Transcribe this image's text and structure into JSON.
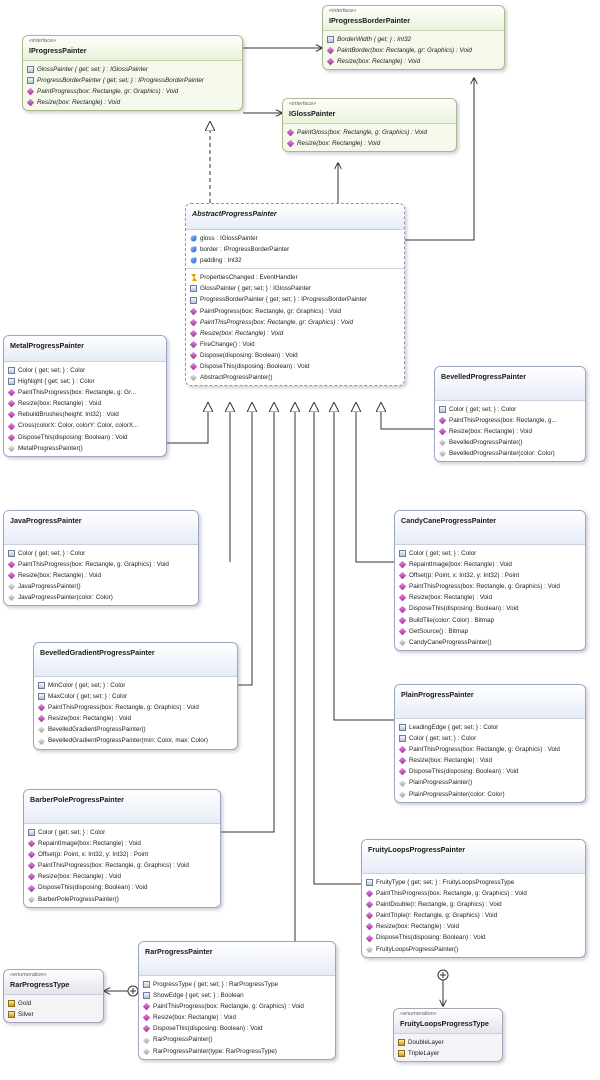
{
  "diagram": {
    "classes": [
      {
        "id": "IProgressBorderPainter",
        "stereotype": "«interface»",
        "name": "IProgressBorderPainter",
        "sections": [
          [
            {
              "icon": "prop",
              "text": "BorderWidth { get; } : Int32",
              "italic": true
            },
            {
              "icon": "method",
              "text": "PaintBorder(box: Rectangle, gr: Graphics) : Void",
              "italic": true
            },
            {
              "icon": "method",
              "text": "Resize(box: Rectangle) : Void",
              "italic": true
            }
          ]
        ]
      },
      {
        "id": "IProgressPainter",
        "stereotype": "«interface»",
        "name": "IProgressPainter",
        "sections": [
          [
            {
              "icon": "prop",
              "text": "GlossPainter { get; set; } : IGlossPainter",
              "italic": true
            },
            {
              "icon": "prop",
              "text": "ProgressBorderPainter { get; set; } : IProgressBorderPainter",
              "italic": true
            },
            {
              "icon": "method",
              "text": "PaintProgress(box: Rectangle, gr: Graphics) : Void",
              "italic": true
            },
            {
              "icon": "method",
              "text": "Resize(box: Rectangle) : Void",
              "italic": true
            }
          ]
        ]
      },
      {
        "id": "IGlossPainter",
        "stereotype": "«interface»",
        "name": "IGlossPainter",
        "sections": [
          [
            {
              "icon": "method",
              "text": "PaintGloss(box: Rectangle, g: Graphics) : Void",
              "italic": true
            },
            {
              "icon": "method",
              "text": "Resize(box: Rectangle) : Void",
              "italic": true
            }
          ]
        ]
      },
      {
        "id": "AbstractProgressPainter",
        "stereotype": "",
        "name": "AbstractProgressPainter",
        "sections": [
          [
            {
              "icon": "field",
              "text": "gloss : IGlossPainter"
            },
            {
              "icon": "field",
              "text": "border : IProgressBorderPainter"
            },
            {
              "icon": "field",
              "text": "padding : Int32"
            }
          ],
          [
            {
              "icon": "event",
              "text": "PropertiesChanged : EventHandler"
            },
            {
              "icon": "prop",
              "text": "GlossPainter { get; set; } : IGlossPainter"
            },
            {
              "icon": "prop",
              "text": "ProgressBorderPainter { get; set; } : IProgressBorderPainter"
            },
            {
              "icon": "method",
              "text": "PaintProgress(box: Rectangle, gr: Graphics) : Void"
            },
            {
              "icon": "method",
              "text": "PaintThisProgress(box: Rectangle, gr: Graphics) : Void",
              "italic": true
            },
            {
              "icon": "method",
              "text": "Resize(box: Rectangle) : Void",
              "italic": true
            },
            {
              "icon": "method",
              "text": "FireChange() : Void"
            },
            {
              "icon": "method",
              "text": "Dispose(disposing: Boolean) : Void"
            },
            {
              "icon": "method",
              "text": "DisposeThis(disposing: Boolean) : Void"
            },
            {
              "icon": "ctor",
              "text": "AbstractProgressPainter()"
            }
          ]
        ]
      },
      {
        "id": "MetalProgressPainter",
        "stereotype": "",
        "name": "MetalProgressPainter",
        "sections": [
          [
            {
              "icon": "prop",
              "text": "Color { get; set; } : Color"
            },
            {
              "icon": "prop",
              "text": "Highlight { get; set; } : Color"
            },
            {
              "icon": "method",
              "text": "PaintThisProgress(box: Rectangle, g: Gr..."
            },
            {
              "icon": "method",
              "text": "Resize(box: Rectangle) : Void"
            },
            {
              "icon": "method",
              "text": "RebuildBrushes(height: Int32) : Void"
            },
            {
              "icon": "method",
              "text": "Cross(colorX: Color, colorY: Color, colorX..."
            },
            {
              "icon": "method",
              "text": "DisposeThis(disposing: Boolean) : Void"
            },
            {
              "icon": "ctor",
              "text": "MetalProgressPainter()"
            }
          ]
        ]
      },
      {
        "id": "BevelledProgressPainter",
        "stereotype": "",
        "name": "BevelledProgressPainter",
        "sections": [
          [
            {
              "icon": "prop",
              "text": "Color { get; set; } : Color"
            },
            {
              "icon": "method",
              "text": "PaintThisProgress(box: Rectangle, g..."
            },
            {
              "icon": "method",
              "text": "Resize(box: Rectangle) : Void"
            },
            {
              "icon": "ctor",
              "text": "BevelledProgressPainter()"
            },
            {
              "icon": "ctor",
              "text": "BevelledProgressPainter(color: Color)"
            }
          ]
        ]
      },
      {
        "id": "JavaProgressPainter",
        "stereotype": "",
        "name": "JavaProgressPainter",
        "sections": [
          [
            {
              "icon": "prop",
              "text": "Color { get; set; } : Color"
            },
            {
              "icon": "method",
              "text": "PaintThisProgress(box: Rectangle, g: Graphics) : Void"
            },
            {
              "icon": "method",
              "text": "Resize(box: Rectangle) : Void"
            },
            {
              "icon": "ctor",
              "text": "JavaProgressPainter()"
            },
            {
              "icon": "ctor",
              "text": "JavaProgressPainter(color: Color)"
            }
          ]
        ]
      },
      {
        "id": "CandyCaneProgressPainter",
        "stereotype": "",
        "name": "CandyCaneProgressPainter",
        "sections": [
          [
            {
              "icon": "prop",
              "text": "Color { get; set; } : Color"
            },
            {
              "icon": "method",
              "text": "RepaintImage(box: Rectangle) : Void"
            },
            {
              "icon": "method",
              "text": "Offset(p: Point, x: Int32, y: Int32) : Point"
            },
            {
              "icon": "method",
              "text": "PaintThisProgress(box: Rectangle, g: Graphics) : Void"
            },
            {
              "icon": "method",
              "text": "Resize(box: Rectangle) : Void"
            },
            {
              "icon": "method",
              "text": "DisposeThis(disposing: Boolean) : Void"
            },
            {
              "icon": "method",
              "text": "BuildTile(color: Color) : Bitmap"
            },
            {
              "icon": "method",
              "text": "GetSource() : Bitmap"
            },
            {
              "icon": "ctor",
              "text": "CandyCaneProgressPainter()"
            }
          ]
        ]
      },
      {
        "id": "BevelledGradientProgressPainter",
        "stereotype": "",
        "name": "BevelledGradientProgressPainter",
        "sections": [
          [
            {
              "icon": "prop",
              "text": "MinColor { get; set; } : Color"
            },
            {
              "icon": "prop",
              "text": "MaxColor { get; set; } : Color"
            },
            {
              "icon": "method",
              "text": "PaintThisProgress(box: Rectangle, g: Graphics) : Void"
            },
            {
              "icon": "method",
              "text": "Resize(box: Rectangle) : Void"
            },
            {
              "icon": "ctor",
              "text": "BevelledGradientProgressPainter()"
            },
            {
              "icon": "ctor",
              "text": "BevelledGradientProgressPainter(min: Color, max: Color)"
            }
          ]
        ]
      },
      {
        "id": "PlainProgressPainter",
        "stereotype": "",
        "name": "PlainProgressPainter",
        "sections": [
          [
            {
              "icon": "prop",
              "text": "LeadingEdge { get; set; } : Color"
            },
            {
              "icon": "prop",
              "text": "Color { get; set; } : Color"
            },
            {
              "icon": "method",
              "text": "PaintThisProgress(box: Rectangle, g: Graphics) : Void"
            },
            {
              "icon": "method",
              "text": "Resize(box: Rectangle) : Void"
            },
            {
              "icon": "method",
              "text": "DisposeThis(disposing: Boolean) : Void"
            },
            {
              "icon": "ctor",
              "text": "PlainProgressPainter()"
            },
            {
              "icon": "ctor",
              "text": "PlainProgressPainter(color: Color)"
            }
          ]
        ]
      },
      {
        "id": "BarberPoleProgressPainter",
        "stereotype": "",
        "name": "BarberPoleProgressPainter",
        "sections": [
          [
            {
              "icon": "prop",
              "text": "Color { get; set; } : Color"
            },
            {
              "icon": "method",
              "text": "RepaintImage(box: Rectangle) : Void"
            },
            {
              "icon": "method",
              "text": "Offset(p: Point, x: Int32, y: Int32) : Point"
            },
            {
              "icon": "method",
              "text": "PaintThisProgress(box: Rectangle, g: Graphics) : Void"
            },
            {
              "icon": "method",
              "text": "Resize(box: Rectangle) : Void"
            },
            {
              "icon": "method",
              "text": "DisposeThis(disposing: Boolean) : Void"
            },
            {
              "icon": "ctor",
              "text": "BarberPoleProgressPainter()"
            }
          ]
        ]
      },
      {
        "id": "FruityLoopsProgressPainter",
        "stereotype": "",
        "name": "FruityLoopsProgressPainter",
        "sections": [
          [
            {
              "icon": "prop",
              "text": "FruityType { get; set; } : FruityLoopsProgressType"
            },
            {
              "icon": "method",
              "text": "PaintThisProgress(box: Rectangle, g: Graphics) : Void"
            },
            {
              "icon": "method",
              "text": "PaintDouble(r: Rectangle, g: Graphics) : Void"
            },
            {
              "icon": "method",
              "text": "PaintTriple(r: Rectangle, g: Graphics) : Void"
            },
            {
              "icon": "method",
              "text": "Resize(box: Rectangle) : Void"
            },
            {
              "icon": "method",
              "text": "DisposeThis(disposing: Boolean) : Void"
            },
            {
              "icon": "ctor",
              "text": "FruityLoopsProgressPainter()"
            }
          ]
        ]
      },
      {
        "id": "RarProgressPainter",
        "stereotype": "",
        "name": "RarProgressPainter",
        "sections": [
          [
            {
              "icon": "prop",
              "text": "ProgressType { get; set; } : RarProgressType"
            },
            {
              "icon": "prop",
              "text": "ShowEdge { get; set; } : Boolean"
            },
            {
              "icon": "method",
              "text": "PaintThisProgress(box: Rectangle, g: Graphics) : Void"
            },
            {
              "icon": "method",
              "text": "Resize(box: Rectangle) : Void"
            },
            {
              "icon": "method",
              "text": "DisposeThis(disposing: Boolean) : Void"
            },
            {
              "icon": "ctor",
              "text": "RarProgressPainter()"
            },
            {
              "icon": "ctor",
              "text": "RarProgressPainter(type: RarProgressType)"
            }
          ]
        ]
      },
      {
        "id": "RarProgressType",
        "stereotype": "«enumeration»",
        "name": "RarProgressType",
        "sections": [
          [
            {
              "icon": "enumv",
              "text": "Gold"
            },
            {
              "icon": "enumv",
              "text": "Silver"
            }
          ]
        ]
      },
      {
        "id": "FruityLoopsProgressType",
        "stereotype": "«enumeration»",
        "name": "FruityLoopsProgressType",
        "sections": [
          [
            {
              "icon": "enumv",
              "text": "DoubleLayer"
            },
            {
              "icon": "enumv",
              "text": "TripleLayer"
            }
          ]
        ]
      }
    ],
    "colors": {
      "edge": "#333333",
      "interface_fill": "#f5f9ec",
      "class_border": "#9aa7c4"
    }
  }
}
